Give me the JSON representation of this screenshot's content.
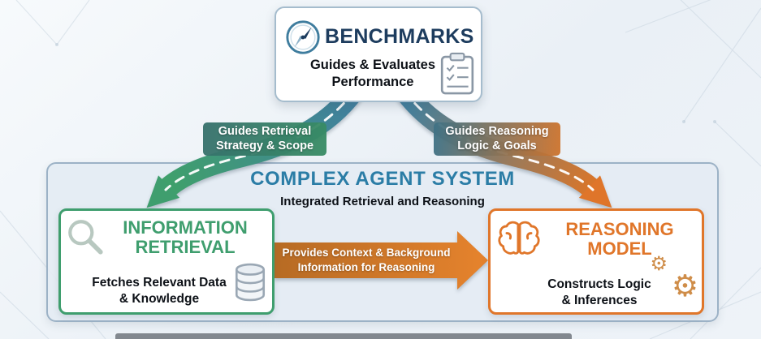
{
  "benchmarks": {
    "title": "BENCHMARKS",
    "subtitle_line1": "Guides & Evaluates",
    "subtitle_line2": "Performance"
  },
  "flow_labels": {
    "left_line1": "Guides Retrieval",
    "left_line2": "Strategy & Scope",
    "right_line1": "Guides Reasoning",
    "right_line2": "Logic & Goals",
    "center_line1": "Provides Context & Background",
    "center_line2": "Information for Reasoning"
  },
  "agent_system": {
    "title": "COMPLEX AGENT SYSTEM",
    "subtitle": "Integrated Retrieval and Reasoning"
  },
  "information_retrieval": {
    "title_line1": "INFORMATION",
    "title_line2": "RETRIEVAL",
    "desc_line1": "Fetches Relevant Data",
    "desc_line2": "& Knowledge"
  },
  "reasoning_model": {
    "title_line1": "REASONING",
    "title_line2": "MODEL",
    "desc_line1": "Constructs Logic",
    "desc_line2": "& Inferences"
  },
  "icons": {
    "benchmarks": [
      "compass-icon",
      "clipboard-icon"
    ],
    "information_retrieval": [
      "magnifier-icon",
      "database-icon"
    ],
    "reasoning_model": [
      "brain-icon",
      "gears-icon"
    ],
    "gear_glyph": "⚙"
  },
  "colors": {
    "green": "#3f9e6e",
    "orange": "#e0762a",
    "teal": "#3f7d9e",
    "navy": "#1d3c5e",
    "agent-title": "#2b7da6",
    "panel-border": "#9cb2c6",
    "text-dark": "#0d1117"
  }
}
